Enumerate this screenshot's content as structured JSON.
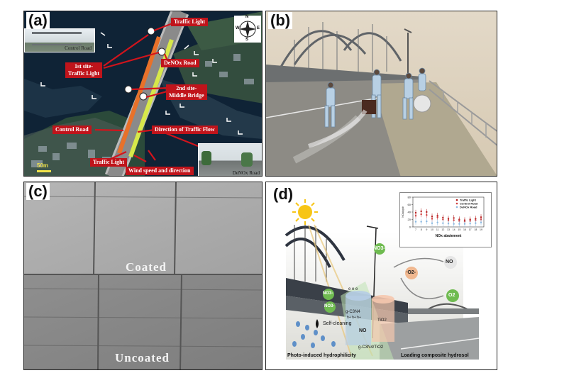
{
  "panel_a": {
    "label": "(a)",
    "labels": {
      "traffic_light_top": "Traffic Light",
      "first_site": "1st site-\nTraffic Light",
      "denox_road": "DeNOx Road",
      "second_site": "2nd site-\nMiddle Bridge",
      "control_road": "Control Road",
      "direction": "Direction of Traffic Flow",
      "traffic_light_bottom": "Traffic Light",
      "wind": "Wind speed and direction",
      "inset_control": "Control Road",
      "inset_denox": "DeNOx Road",
      "scale": "50m"
    },
    "compass": {
      "n": "N",
      "s": "S",
      "e": "E",
      "w": "W"
    },
    "colors": {
      "control": "#e8712a",
      "denox": "#d7e84a",
      "label": "#c0141b",
      "water": "#0f2336"
    }
  },
  "panel_b": {
    "label": "(b)"
  },
  "panel_c": {
    "label": "(c)",
    "coated": "Coated",
    "uncoated": "Uncoated"
  },
  "panel_d": {
    "label": "(d)",
    "labels": {
      "self_cleaning": "Self-cleaning",
      "photo": "Photo-induced hydrophilicity",
      "loading": "Loading composite hydrosol",
      "composite": "g-C3N4/TiO2",
      "nitrate": "NO3-",
      "o2m": "·O2-",
      "o2": "O2",
      "no": "NO",
      "no_low": "NO",
      "cn": "g-C3N4",
      "tio2": "TiO2",
      "eee": "e e e",
      "hhh": "h+ h+ h+"
    },
    "inset": {
      "xlabel": "NOx abatement",
      "ylabel": "NOx/ppb",
      "yticks": [
        "80",
        "60",
        "40",
        "20",
        "0"
      ],
      "legend": [
        "Traffic Light",
        "Control Road",
        "DeNOx Road"
      ]
    }
  },
  "chart_data": {
    "type": "scatter",
    "ylabel": "NOx/ppb",
    "xlabel": "NOx abatement",
    "ylim": [
      0,
      80
    ],
    "x": [
      "7",
      "8",
      "9",
      "10",
      "11",
      "12",
      "13",
      "14",
      "15",
      "16",
      "17",
      "18",
      "19"
    ],
    "series": [
      {
        "name": "Traffic Light",
        "values": [
          38,
          42,
          40,
          28,
          30,
          25,
          22,
          24,
          20,
          18,
          20,
          22,
          26
        ]
      },
      {
        "name": "Control Road",
        "values": [
          30,
          34,
          32,
          22,
          26,
          20,
          18,
          18,
          16,
          15,
          16,
          18,
          20
        ]
      },
      {
        "name": "DeNOx Road",
        "values": [
          14,
          14,
          15,
          10,
          12,
          10,
          9,
          8,
          8,
          8,
          9,
          10,
          12
        ]
      }
    ],
    "colors": [
      "#b01c1c",
      "#d04040",
      "#8ab8e0"
    ]
  }
}
